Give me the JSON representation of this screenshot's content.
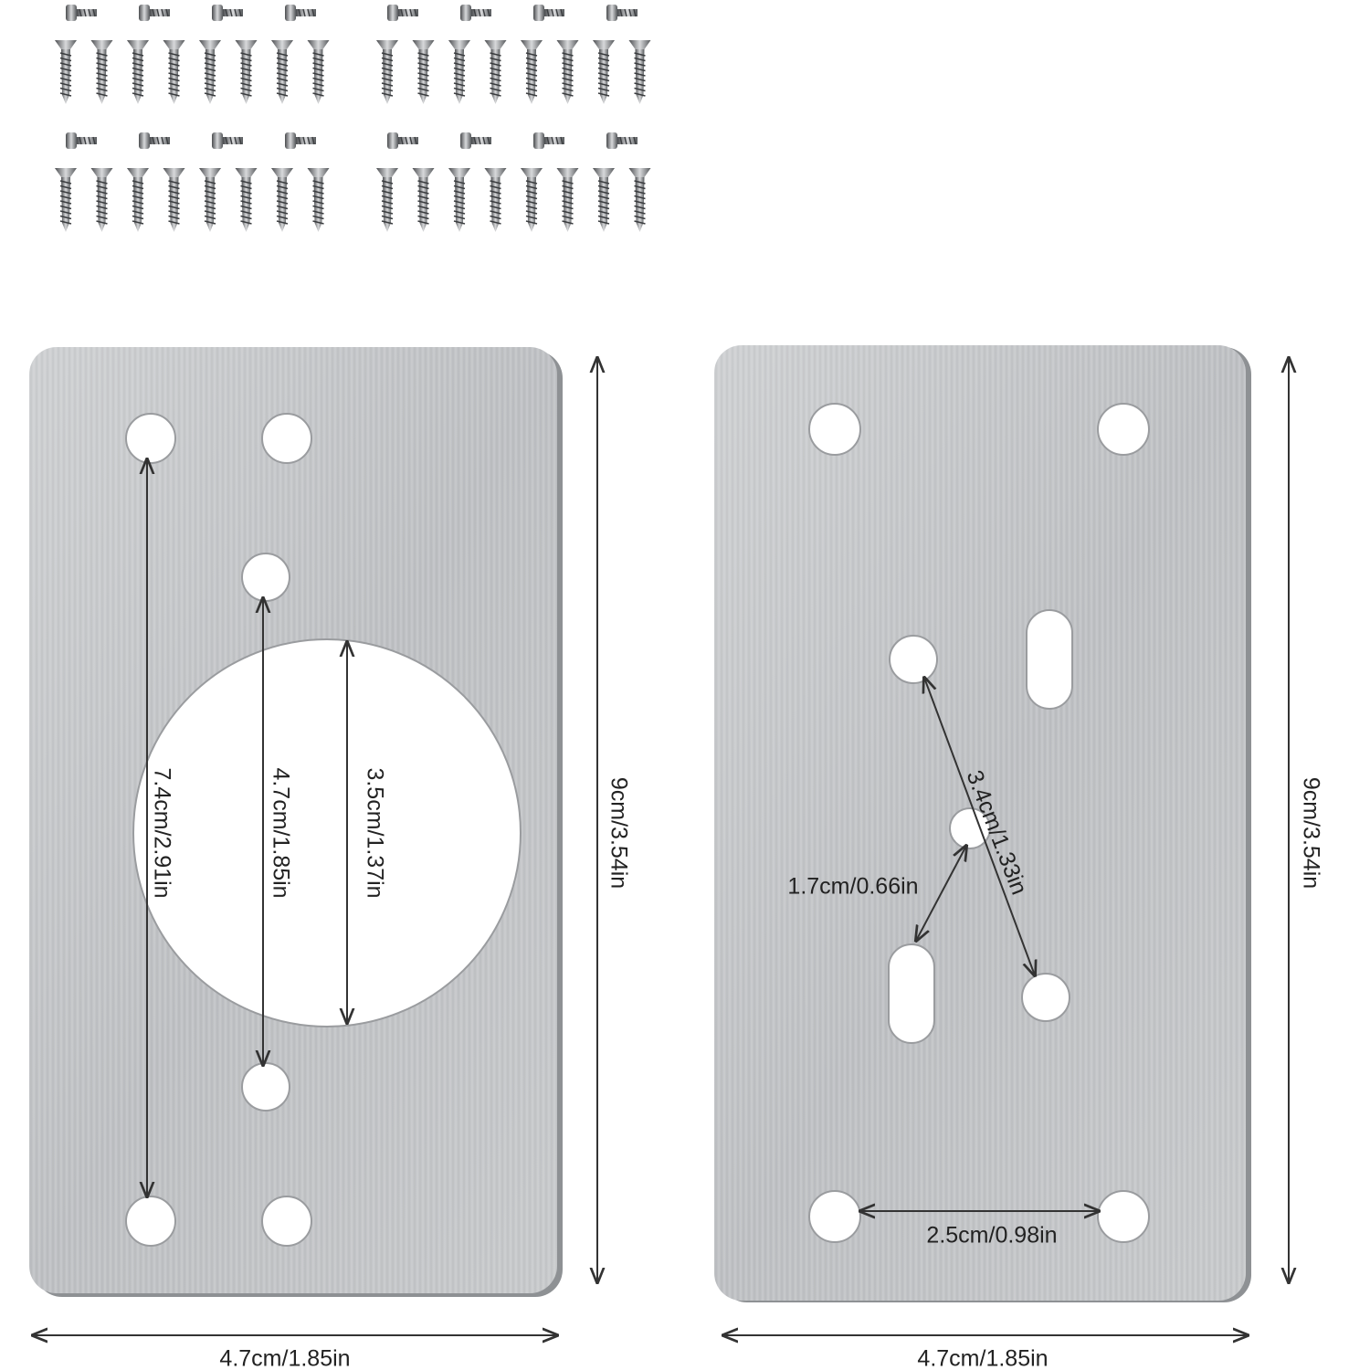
{
  "colors": {
    "plate": "#c9cbcd",
    "plate_light": "#d9dbdd",
    "plate_edge": "#8e9194",
    "hole": "#ffffff",
    "dimension": "#333333",
    "text": "#222222"
  },
  "screw_kit": {
    "groups": 4,
    "short_screws_per_group": 4,
    "long_screws_per_group": 8,
    "icon": "screw-icon"
  },
  "left_plate": {
    "name": "concealed-hinge-repair-plate",
    "labels": {
      "width": "4.7cm/1.85in",
      "height": "9cm/3.54in",
      "outer_hole_spacing": "7.4cm/2.91in",
      "inner_hole_spacing": "4.7cm/1.85in",
      "cup_hole_diameter": "3.5cm/1.37in"
    }
  },
  "right_plate": {
    "name": "hinge-mounting-plate",
    "labels": {
      "width": "4.7cm/1.85in",
      "height": "9cm/3.54in",
      "diagonal_hole_spacing": "3.4cm/1.33in",
      "slot_to_center": "1.7cm/0.66in",
      "bottom_hole_spacing": "2.5cm/0.98in"
    }
  }
}
